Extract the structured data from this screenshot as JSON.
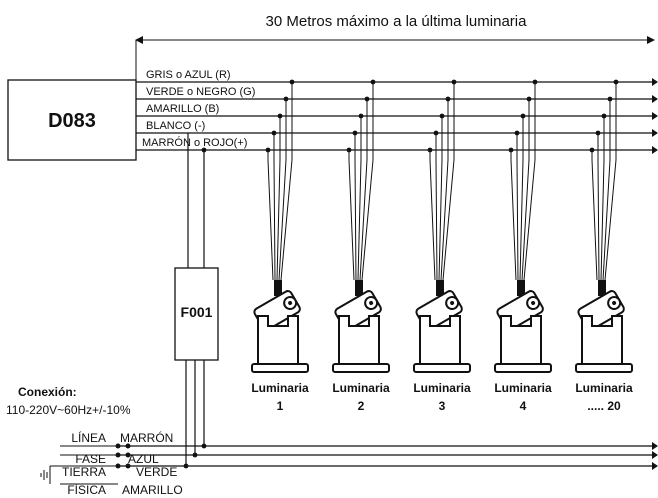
{
  "header": {
    "distance_label": "30 Metros máximo a la última luminaria"
  },
  "controller": {
    "label": "D083"
  },
  "power_unit": {
    "label": "F001"
  },
  "wires": [
    {
      "label": "GRIS o AZUL (R)"
    },
    {
      "label": "VERDE o NEGRO (G)"
    },
    {
      "label": "AMARILLO (B)"
    },
    {
      "label": "BLANCO (-)"
    },
    {
      "label": "MARRÓN o ROJO(+)"
    }
  ],
  "luminarias": [
    {
      "name": "Luminaria",
      "number": "1"
    },
    {
      "name": "Luminaria",
      "number": "2"
    },
    {
      "name": "Luminaria",
      "number": "3"
    },
    {
      "name": "Luminaria",
      "number": "4"
    },
    {
      "name": "Luminaria",
      "number": "..... 20"
    }
  ],
  "connection": {
    "title": "Conexión:",
    "spec": "110-220V~60Hz+/-10%",
    "rows": [
      {
        "left": "LÍNEA",
        "right": "MARRÓN"
      },
      {
        "left": "FASE",
        "right": "AZUL"
      },
      {
        "left": "TIERRA",
        "right": "VERDE"
      },
      {
        "left": "FÍSICA",
        "right": "AMARILLO"
      }
    ]
  }
}
